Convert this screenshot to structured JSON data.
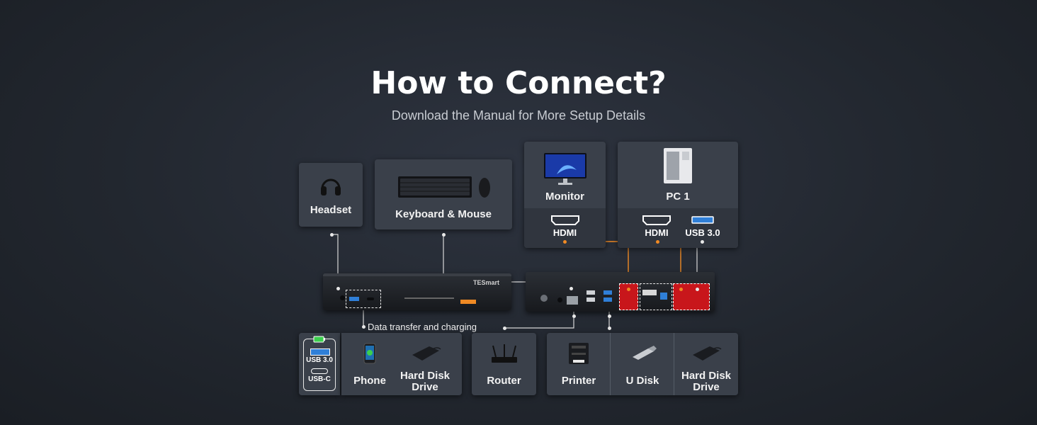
{
  "title": "How to Connect?",
  "subtitle": "Download the Manual for More Setup Details",
  "top_cards": {
    "headset": "Headset",
    "keyboard_mouse": "Keyboard & Mouse",
    "monitor": "Monitor",
    "monitor_port": "HDMI",
    "pc": "PC 1",
    "pc_port_hdmi": "HDMI",
    "pc_port_usb": "USB 3.0"
  },
  "device": {
    "brand": "TESmart"
  },
  "data_note": "Data transfer and charging",
  "bottom_cards": {
    "usb30": "USB 3.0",
    "usbc": "USB-C",
    "phone": "Phone",
    "hdd1_line1": "Hard Disk",
    "hdd1_line2": "Drive",
    "router": "Router",
    "printer": "Printer",
    "udisk": "U Disk",
    "hdd2_line1": "Hard Disk",
    "hdd2_line2": "Drive"
  },
  "colors": {
    "accent": "#f08a24",
    "port_highlight": "#c8161b",
    "card": "#3a404a",
    "usb_blue": "#2f7fd8",
    "charge_green": "#3ccf4e"
  }
}
